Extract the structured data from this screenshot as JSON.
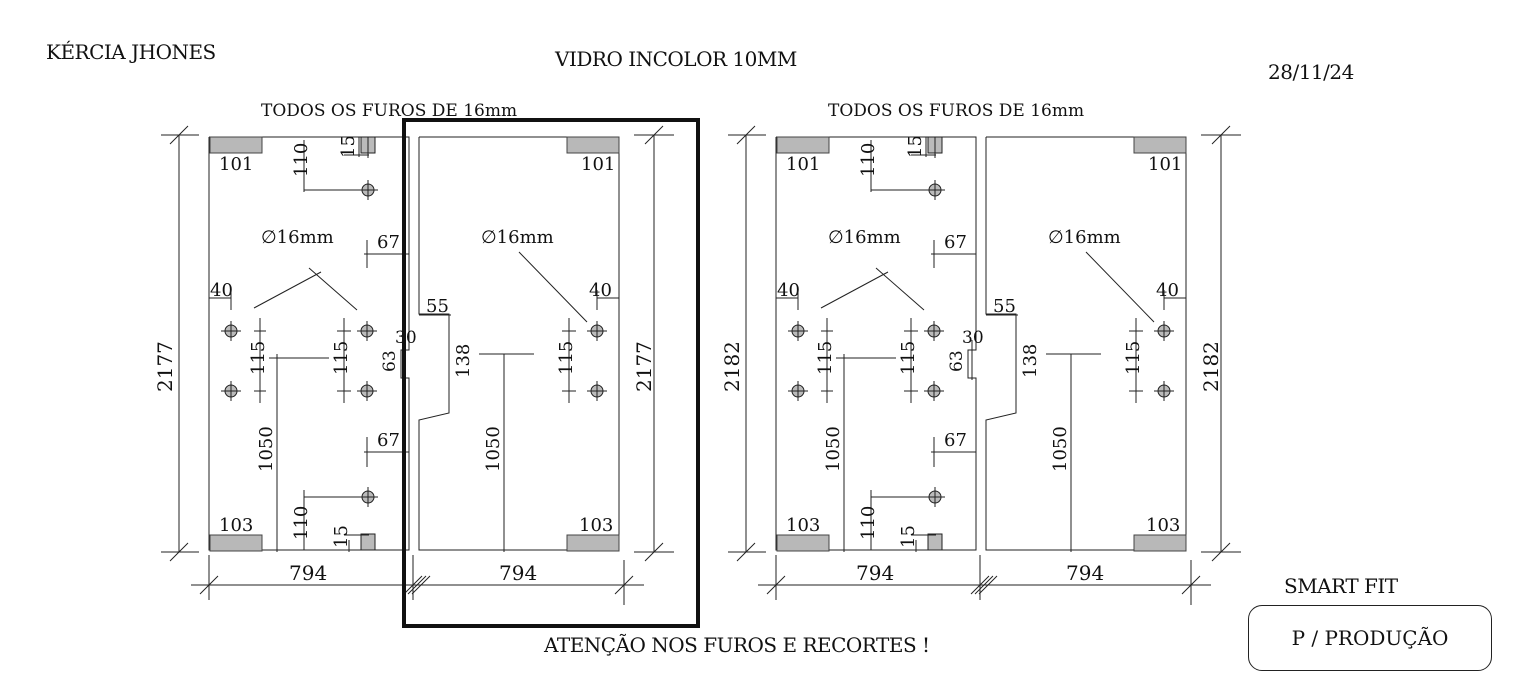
{
  "header": {
    "client": "KÉRCIA JHONES",
    "material": "VIDRO INCOLOR 10MM",
    "date": "28/11/24"
  },
  "footer": {
    "warning": "ATENÇÃO NOS FUROS E RECORTES !",
    "company": "SMART FIT",
    "stamp": "P / PRODUÇÃO"
  },
  "drawings": [
    {
      "note": "TODOS OS FUROS DE 16mm",
      "height": "2177",
      "panels": [
        {
          "width": "794",
          "top_block": "101",
          "bottom_block": "103",
          "hole_label": "∅16mm",
          "dims": {
            "d110_top": "110",
            "d15_top": "15",
            "d67_top": "67",
            "d40": "40",
            "d115_left": "115",
            "d115_right": "115",
            "d1050": "1050",
            "d67_bot": "67",
            "d110_bot": "110",
            "d15_bot": "15",
            "d30": "30",
            "d63": "63"
          }
        },
        {
          "width": "794",
          "top_block": "101",
          "bottom_block": "103",
          "hole_label": "∅16mm",
          "dims": {
            "d55": "55",
            "d138": "138",
            "d40": "40",
            "d115": "115",
            "d1050": "1050"
          }
        }
      ]
    },
    {
      "note": "TODOS OS FUROS DE 16mm",
      "height": "2182",
      "panels": [
        {
          "width": "794",
          "top_block": "101",
          "bottom_block": "103",
          "hole_label": "∅16mm",
          "dims": {
            "d110_top": "110",
            "d15_top": "15",
            "d67_top": "67",
            "d40": "40",
            "d115_left": "115",
            "d115_right": "115",
            "d1050": "1050",
            "d67_bot": "67",
            "d110_bot": "110",
            "d15_bot": "15",
            "d30": "30",
            "d63": "63"
          }
        },
        {
          "width": "794",
          "top_block": "101",
          "bottom_block": "103",
          "hole_label": "∅16mm",
          "dims": {
            "d55": "55",
            "d138": "138",
            "d40": "40",
            "d115": "115",
            "d1050": "1050"
          }
        }
      ]
    }
  ]
}
